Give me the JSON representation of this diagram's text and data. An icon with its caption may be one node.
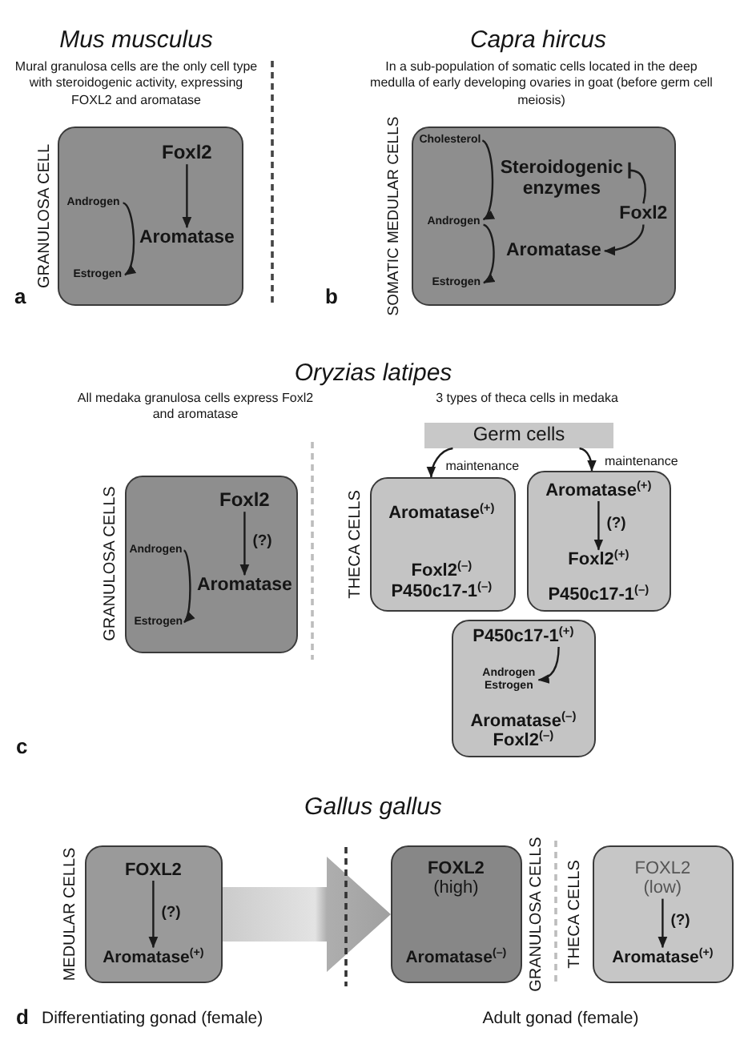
{
  "diagram": {
    "nodes": [
      {
        "text": [],
        "shape": "box",
        "beside": [
          "GRANULOSA CELL"
        ]
      },
      {
        "text": [
          "Foxl2"
        ],
        "in": 0
      },
      {
        "text": [
          "Androgen"
        ],
        "in": 0
      },
      {
        "text": [
          "Aromatase"
        ],
        "in": 0
      },
      {
        "text": [
          "Estrogen"
        ],
        "in": 0
      },
      {
        "text": [],
        "shape": "box",
        "beside": [
          "SOMATIC MEDULAR CELLS"
        ]
      },
      {
        "text": [
          "Cholesterol"
        ],
        "in": 5
      },
      {
        "text": [
          "Steroidogenic enzymes"
        ],
        "in": 5
      },
      {
        "text": [
          "Foxl2"
        ],
        "in": 5
      },
      {
        "text": [
          "Androgen"
        ],
        "in": 5
      },
      {
        "text": [
          "Aromatase"
        ],
        "in": 5
      },
      {
        "text": [
          "Estrogen"
        ],
        "in": 5
      },
      {
        "text": [],
        "shape": "box",
        "beside": [
          "GRANULOSA CELLS"
        ]
      },
      {
        "text": [
          "Foxl2"
        ],
        "in": 12
      },
      {
        "text": [
          "Androgen"
        ],
        "in": 12
      },
      {
        "text": [
          "Aromatase"
        ],
        "in": 12
      },
      {
        "text": [
          "Estrogen"
        ],
        "in": 12
      },
      {
        "text": [
          "Germ cells"
        ]
      },
      {
        "text": [
          "Aromatase$^{(+)}$",
          "Foxl2$^{(–)}$",
          "P450c17-1$^{(–)}$"
        ]
      },
      {
        "text": [
          "P450c17-1$^{(–)}$"
        ]
      },
      {
        "text": [
          "Aromatase$^{(+)}$"
        ],
        "in": 19
      },
      {
        "text": [
          "Foxl2$^{(+)}$"
        ],
        "in": 19
      },
      {
        "text": [
          "Aromatase$^{(–)}$",
          "Foxl2$^{(–)}$"
        ]
      },
      {
        "text": [
          "P450c17-1$^{(+)}$"
        ],
        "in": 22
      },
      {
        "text": [
          "Androgen",
          "Estrogen"
        ],
        "in": 22
      },
      {
        "text": [],
        "shape": "box",
        "beside": [
          "MEDULAR CELLS"
        ]
      },
      {
        "text": [
          "FOXL2"
        ],
        "in": 25
      },
      {
        "text": [
          "Aromatase$^{(+)}$"
        ],
        "in": 25
      },
      {
        "text": [
          "**FOXL2** (high)",
          "Aromatase$^{(–)}$"
        ],
        "beside": [
          "GRANULOSA CELLS"
        ]
      },
      {
        "text": [],
        "shape": "box",
        "beside": [
          "THECA CELLS"
        ]
      },
      {
        "text": [
          "FOXL2 (low)"
        ],
        "in": 29
      },
      {
        "text": [
          "Aromatase$^{(+)}$"
        ],
        "in": 29
      }
    ],
    "edges": [
      {
        "from": 1,
        "to": 3,
        "arrow": "to"
      },
      {
        "from": 2,
        "to": 4,
        "arrow": "to"
      },
      {
        "from": 6,
        "to": 9,
        "arrow": "to"
      },
      {
        "from": 8,
        "to": 7,
        "arrow": "other"
      },
      {
        "from": 8,
        "to": 10,
        "arrow": "to"
      },
      {
        "from": 9,
        "to": 11,
        "arrow": "to"
      },
      {
        "from": 13,
        "to": 15,
        "arrow": "to",
        "label": "(?)"
      },
      {
        "from": 14,
        "to": 16,
        "arrow": "to"
      },
      {
        "from": 17,
        "to": 18,
        "arrow": "to",
        "label": "maintenance"
      },
      {
        "from": 17,
        "to": 19,
        "arrow": "to",
        "label": "maintenance"
      },
      {
        "from": 20,
        "to": 21,
        "arrow": "to",
        "label": "(?)"
      },
      {
        "from": 23,
        "to": 24,
        "arrow": "to"
      },
      {
        "from": 25,
        "to": 28,
        "arrow": "to",
        "style": "thick",
        "color": "#a0a0a0"
      },
      {
        "from": 26,
        "to": 27,
        "arrow": "to",
        "label": "(?)"
      },
      {
        "from": 30,
        "to": 31,
        "arrow": "to",
        "label": "(?)"
      }
    ],
    "labels": [
      "Mus musculus",
      "Capra hircus",
      "Mural granulosa cells are the only cell type with steroidogenic activity, expressing FOXL2 and aromatase",
      "In a sub-population of somatic cells located in the deep medulla of early developing ovaries in goat (before germ cell meiosis)",
      "a",
      "b",
      "Oryzias latipes",
      "All medaka granulosa cells express Foxl2 and aromatase",
      "3 types of theca cells in medaka",
      "THECA CELLS",
      "c",
      "Gallus gallus",
      "d",
      "Differentiating gonad (female)",
      "Adult gonad (female)"
    ]
  }
}
